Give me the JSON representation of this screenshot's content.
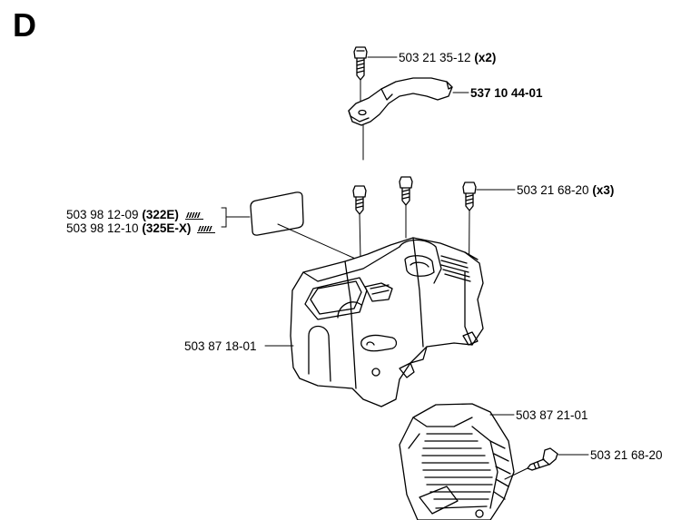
{
  "section_letter": "D",
  "callouts": [
    {
      "part": "503 21 35-12",
      "qty": "(x2)"
    },
    {
      "part": "537 10 44-01",
      "qty": ""
    },
    {
      "part": "503 21 68-20",
      "qty": "(x3)"
    },
    {
      "part": "503 98 12-09",
      "qty": "(322E)"
    },
    {
      "part": "503 98 12-10",
      "qty": "(325E-X)"
    },
    {
      "part": "503 87 18-01",
      "qty": ""
    },
    {
      "part": "503 87 21-01",
      "qty": ""
    },
    {
      "part": "503 21 68-20",
      "qty": ""
    }
  ],
  "icons": {
    "fuel_symbol": "fuel-can-icon"
  }
}
